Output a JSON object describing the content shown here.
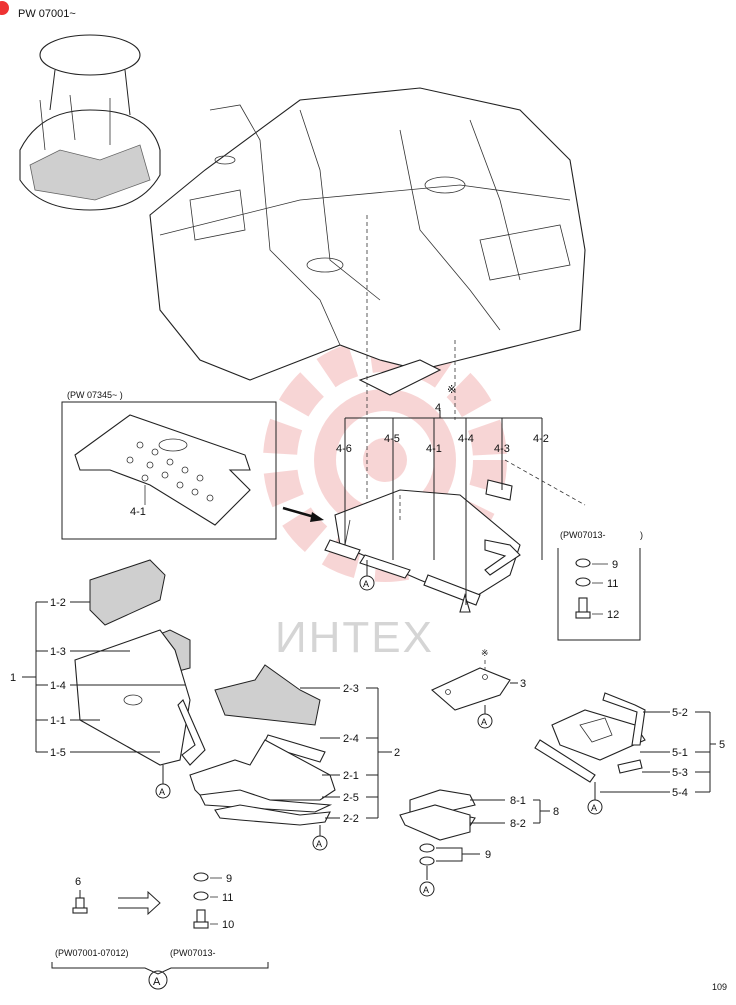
{
  "header": {
    "serial_range": "PW 07001~",
    "page_number": "109"
  },
  "watermark": {
    "text": "ИНТЕХ",
    "gear_color": "#f2b3b3",
    "text_color": "#cfcfcf"
  },
  "inset_box": {
    "serial_range": "(PW 07345~ )",
    "part_label": "4-1"
  },
  "hardware_box": {
    "serial_range": "(PW07013-",
    "closing": ")",
    "items": [
      "9",
      "11",
      "12"
    ]
  },
  "assembly_4": {
    "label": "4",
    "subparts": [
      "4-6",
      "4-5",
      "4-1",
      "4-4",
      "4-3",
      "4-2"
    ]
  },
  "assembly_1": {
    "label": "1",
    "subparts": [
      "1-2",
      "1-3",
      "1-4",
      "1-1",
      "1-5"
    ]
  },
  "assembly_2": {
    "label": "2",
    "subparts": [
      "2-3",
      "2-4",
      "2-1",
      "2-5",
      "2-2"
    ]
  },
  "assembly_3": {
    "label": "3",
    "mark": "※"
  },
  "assembly_5": {
    "label": "5",
    "subparts": [
      "5-2",
      "5-1",
      "5-3",
      "5-4"
    ]
  },
  "assembly_8": {
    "label": "8",
    "subparts": [
      "8-1",
      "8-2"
    ],
    "washer": "9"
  },
  "frame_mark": "※",
  "ref_mark": "A",
  "legend": {
    "bolt_label": "6",
    "replacements": [
      "9",
      "11",
      "10"
    ],
    "old_range": "(PW07001-07012)",
    "new_range": "(PW07013-"
  }
}
